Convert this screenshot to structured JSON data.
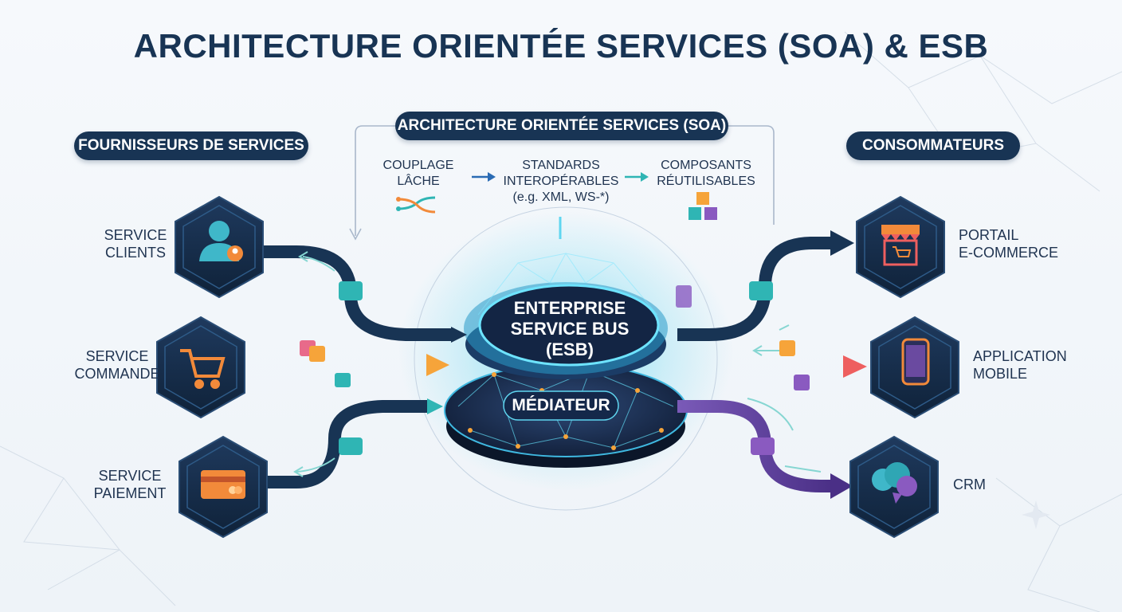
{
  "title": "ARCHITECTURE ORIENTÉE SERVICES (SOA) & ESB",
  "sections": {
    "providers": "FOURNISSEURS DE SERVICES",
    "soa": "ARCHITECTURE ORIENTÉE SERVICES (SOA)",
    "consumers": "CONSOMMATEURS"
  },
  "soa_principles": [
    {
      "line1": "COUPLAGE",
      "line2": "LÂCHE"
    },
    {
      "line1": "STANDARDS",
      "line2": "INTEROPÉRABLES",
      "line3": "(e.g. XML, WS-*)"
    },
    {
      "line1": "COMPOSANTS",
      "line2": "RÉUTILISABLES"
    }
  ],
  "providers": [
    {
      "line1": "SERVICE",
      "line2": "CLIENTS",
      "icon": "user-icon"
    },
    {
      "line1": "SERVICE",
      "line2": "COMMANDE",
      "icon": "cart-icon"
    },
    {
      "line1": "SERVICE",
      "line2": "PAIEMENT",
      "icon": "credit-card-icon"
    }
  ],
  "consumers": [
    {
      "line1": "PORTAIL",
      "line2": "E-COMMERCE",
      "icon": "storefront-icon"
    },
    {
      "line1": "APPLICATION",
      "line2": "MOBILE",
      "icon": "smartphone-icon"
    },
    {
      "line1": "CRM",
      "icon": "chat-bubbles-icon"
    }
  ],
  "esb": {
    "line1": "ENTERPRISE",
    "line2": "SERVICE BUS",
    "line3": "(ESB)"
  },
  "mediator": "MÉDIATEUR",
  "colors": {
    "navy": "#183454",
    "teal": "#2fb5b4",
    "orange": "#f28a3a",
    "purple": "#6a4aa0",
    "glow": "#5fd6f0"
  }
}
